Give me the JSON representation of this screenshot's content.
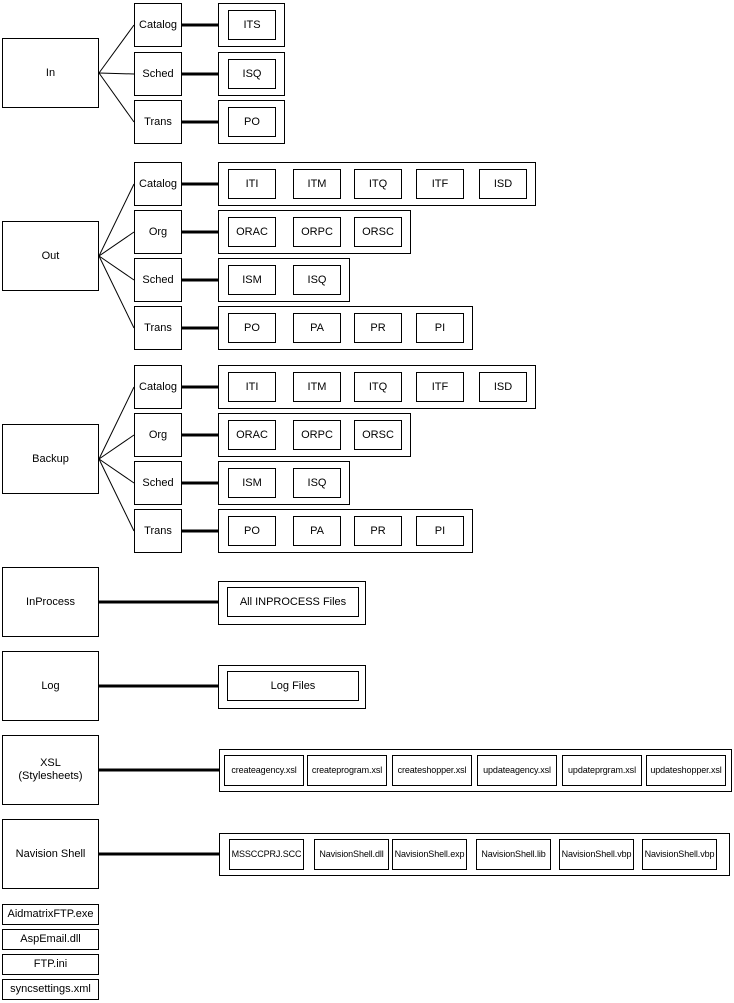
{
  "folders": {
    "in": {
      "label": "In",
      "groups": [
        {
          "label": "Catalog",
          "items": [
            "ITS"
          ]
        },
        {
          "label": "Sched",
          "items": [
            "ISQ"
          ]
        },
        {
          "label": "Trans",
          "items": [
            "PO"
          ]
        }
      ]
    },
    "out": {
      "label": "Out",
      "groups": [
        {
          "label": "Catalog",
          "items": [
            "ITI",
            "ITM",
            "ITQ",
            "ITF",
            "ISD"
          ]
        },
        {
          "label": "Org",
          "items": [
            "ORAC",
            "ORPC",
            "ORSC"
          ]
        },
        {
          "label": "Sched",
          "items": [
            "ISM",
            "ISQ"
          ]
        },
        {
          "label": "Trans",
          "items": [
            "PO",
            "PA",
            "PR",
            "PI"
          ]
        }
      ]
    },
    "backup": {
      "label": "Backup",
      "groups": [
        {
          "label": "Catalog",
          "items": [
            "ITI",
            "ITM",
            "ITQ",
            "ITF",
            "ISD"
          ]
        },
        {
          "label": "Org",
          "items": [
            "ORAC",
            "ORPC",
            "ORSC"
          ]
        },
        {
          "label": "Sched",
          "items": [
            "ISM",
            "ISQ"
          ]
        },
        {
          "label": "Trans",
          "items": [
            "PO",
            "PA",
            "PR",
            "PI"
          ]
        }
      ]
    },
    "inprocess": {
      "label": "InProcess",
      "items": [
        "All INPROCESS Files"
      ]
    },
    "log": {
      "label": "Log",
      "items": [
        "Log Files"
      ]
    },
    "xsl": {
      "label": "XSL\n(Stylesheets)",
      "items": [
        "createagency.xsl",
        "createprogram.xsl",
        "createshopper.xsl",
        "updateagency.xsl",
        "updateprgram.xsl",
        "updateshopper.xsl"
      ]
    },
    "navision": {
      "label": "Navision Shell",
      "items": [
        "MSSCCPRJ.SCC",
        "NavisionShell.dll",
        "NavisionShell.exp",
        "NavisionShell.lib",
        "NavisionShell.vbp",
        "NavisionShell.vbp"
      ]
    }
  },
  "root_files": [
    "AidmatrixFTP.exe",
    "AspEmail.dll",
    "FTP.ini",
    "syncsettings.xml"
  ]
}
